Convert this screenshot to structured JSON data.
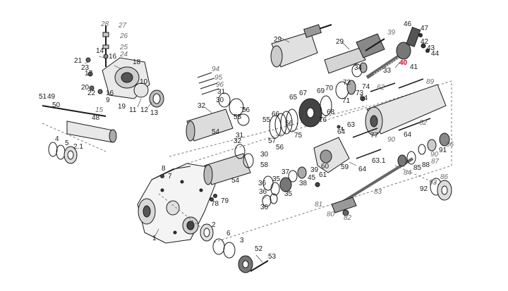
{
  "highlight_color": "#c8102e",
  "line_color": "#1a1a1a",
  "labels": [
    {
      "id": "l28",
      "text": "28",
      "style": "it"
    },
    {
      "id": "l27",
      "text": "27",
      "style": "it"
    },
    {
      "id": "l26",
      "text": "26",
      "style": "it"
    },
    {
      "id": "l25",
      "text": "25",
      "style": "it"
    },
    {
      "id": "l24",
      "text": "24",
      "style": "it"
    },
    {
      "id": "l14",
      "text": "14",
      "style": "n"
    },
    {
      "id": "l16a",
      "text": "16",
      "style": "n"
    },
    {
      "id": "l21",
      "text": "21",
      "style": "n"
    },
    {
      "id": "l23",
      "text": "23",
      "style": "n"
    },
    {
      "id": "l18",
      "text": "18",
      "style": "n"
    },
    {
      "id": "l17",
      "text": "17",
      "style": "n"
    },
    {
      "id": "l22",
      "text": "22",
      "style": "n"
    },
    {
      "id": "l20",
      "text": "20",
      "style": "n"
    },
    {
      "id": "l9",
      "text": "9",
      "style": "n"
    },
    {
      "id": "l16b",
      "text": "16",
      "style": "n"
    },
    {
      "id": "l15",
      "text": "15",
      "style": "it"
    },
    {
      "id": "l19",
      "text": "19",
      "style": "n"
    },
    {
      "id": "l10",
      "text": "10",
      "style": "n"
    },
    {
      "id": "l11",
      "text": "11",
      "style": "n"
    },
    {
      "id": "l12",
      "text": "12",
      "style": "n"
    },
    {
      "id": "l13",
      "text": "13",
      "style": "n"
    },
    {
      "id": "l51",
      "text": "51",
      "style": "n"
    },
    {
      "id": "l49",
      "text": "49",
      "style": "n"
    },
    {
      "id": "l50",
      "text": "50",
      "style": "n"
    },
    {
      "id": "l48",
      "text": "48",
      "style": "n"
    },
    {
      "id": "l4",
      "text": "4",
      "style": "n"
    },
    {
      "id": "l5",
      "text": "5",
      "style": "n"
    },
    {
      "id": "l21b",
      "text": "2.1",
      "style": "n"
    },
    {
      "id": "l29a",
      "text": "29",
      "style": "n"
    },
    {
      "id": "l29b",
      "text": "29",
      "style": "n"
    },
    {
      "id": "l39",
      "text": "39",
      "style": "it"
    },
    {
      "id": "l46",
      "text": "46",
      "style": "n"
    },
    {
      "id": "l47",
      "text": "47",
      "style": "n"
    },
    {
      "id": "l42",
      "text": "42",
      "style": "n"
    },
    {
      "id": "l43",
      "text": "43",
      "style": "n"
    },
    {
      "id": "l44",
      "text": "44",
      "style": "n"
    },
    {
      "id": "l40",
      "text": "40",
      "style": "hi"
    },
    {
      "id": "l41",
      "text": "41",
      "style": "n"
    },
    {
      "id": "l34",
      "text": "34",
      "style": "n"
    },
    {
      "id": "l33",
      "text": "33",
      "style": "n"
    },
    {
      "id": "l94",
      "text": "94",
      "style": "it"
    },
    {
      "id": "l95",
      "text": "95",
      "style": "it"
    },
    {
      "id": "l96",
      "text": "96",
      "style": "it"
    },
    {
      "id": "l31a",
      "text": "31",
      "style": "n"
    },
    {
      "id": "l30a",
      "text": "30",
      "style": "n"
    },
    {
      "id": "l32a",
      "text": "32",
      "style": "n"
    },
    {
      "id": "l56a",
      "text": "56",
      "style": "n"
    },
    {
      "id": "l55a",
      "text": "55",
      "style": "n"
    },
    {
      "id": "l54a",
      "text": "54",
      "style": "n"
    },
    {
      "id": "l65",
      "text": "65",
      "style": "n"
    },
    {
      "id": "l67",
      "text": "67",
      "style": "n"
    },
    {
      "id": "l69",
      "text": "69",
      "style": "n"
    },
    {
      "id": "l70",
      "text": "70",
      "style": "n"
    },
    {
      "id": "l72",
      "text": "72",
      "style": "n"
    },
    {
      "id": "l73",
      "text": "73",
      "style": "n"
    },
    {
      "id": "l74",
      "text": "74",
      "style": "n"
    },
    {
      "id": "l62a",
      "text": "62",
      "style": "it"
    },
    {
      "id": "l89",
      "text": "89",
      "style": "it"
    },
    {
      "id": "l66",
      "text": "66",
      "style": "n"
    },
    {
      "id": "l68",
      "text": "68",
      "style": "n"
    },
    {
      "id": "l71",
      "text": "71",
      "style": "n"
    },
    {
      "id": "l64a",
      "text": "64",
      "style": "n"
    },
    {
      "id": "l76",
      "text": "76",
      "style": "n"
    },
    {
      "id": "l55b",
      "text": "55",
      "style": "n"
    },
    {
      "id": "l56b",
      "text": "56",
      "style": "n"
    },
    {
      "id": "l75",
      "text": "75",
      "style": "n"
    },
    {
      "id": "l63a",
      "text": "63",
      "style": "n"
    },
    {
      "id": "l64b",
      "text": "64",
      "style": "n"
    },
    {
      "id": "l77",
      "text": "77",
      "style": "n"
    },
    {
      "id": "l90",
      "text": "90",
      "style": "it"
    },
    {
      "id": "l64c",
      "text": "64",
      "style": "n"
    },
    {
      "id": "l62b",
      "text": "62",
      "style": "it"
    },
    {
      "id": "l31b",
      "text": "31",
      "style": "n"
    },
    {
      "id": "l32b",
      "text": "32",
      "style": "n"
    },
    {
      "id": "l57",
      "text": "57",
      "style": "n"
    },
    {
      "id": "l56c",
      "text": "56",
      "style": "n"
    },
    {
      "id": "l30b",
      "text": "30",
      "style": "n"
    },
    {
      "id": "l58",
      "text": "58",
      "style": "n"
    },
    {
      "id": "l54b",
      "text": "54",
      "style": "n"
    },
    {
      "id": "l60",
      "text": "60",
      "style": "n"
    },
    {
      "id": "l59",
      "text": "59",
      "style": "n"
    },
    {
      "id": "l37",
      "text": "37",
      "style": "n"
    },
    {
      "id": "l39b",
      "text": "39",
      "style": "n"
    },
    {
      "id": "l36a",
      "text": "36",
      "style": "n"
    },
    {
      "id": "l35a",
      "text": "35",
      "style": "n"
    },
    {
      "id": "l38",
      "text": "38",
      "style": "n"
    },
    {
      "id": "l45",
      "text": "45",
      "style": "n"
    },
    {
      "id": "l61",
      "text": "61",
      "style": "n"
    },
    {
      "id": "l36b",
      "text": "36",
      "style": "n"
    },
    {
      "id": "l35b",
      "text": "35",
      "style": "n"
    },
    {
      "id": "l36c",
      "text": "36",
      "style": "n"
    },
    {
      "id": "l64d",
      "text": "64",
      "style": "n"
    },
    {
      "id": "l631",
      "text": "63.1",
      "style": "n"
    },
    {
      "id": "l86a",
      "text": "86",
      "style": "it"
    },
    {
      "id": "l91",
      "text": "91",
      "style": "n"
    },
    {
      "id": "l90b",
      "text": "90",
      "style": "it"
    },
    {
      "id": "l84",
      "text": "84",
      "style": "it"
    },
    {
      "id": "l85",
      "text": "85",
      "style": "n"
    },
    {
      "id": "l88",
      "text": "88",
      "style": "n"
    },
    {
      "id": "l87",
      "text": "87",
      "style": "it"
    },
    {
      "id": "l86b",
      "text": "86",
      "style": "it"
    },
    {
      "id": "l93",
      "text": "93",
      "style": "it"
    },
    {
      "id": "l92",
      "text": "92",
      "style": "n"
    },
    {
      "id": "l83",
      "text": "83",
      "style": "it"
    },
    {
      "id": "l81",
      "text": "81",
      "style": "it"
    },
    {
      "id": "l80",
      "text": "80",
      "style": "it"
    },
    {
      "id": "l82",
      "text": "82",
      "style": "it"
    },
    {
      "id": "l8",
      "text": "8",
      "style": "n"
    },
    {
      "id": "l7",
      "text": "7",
      "style": "n"
    },
    {
      "id": "l78",
      "text": "78",
      "style": "n"
    },
    {
      "id": "l79",
      "text": "79",
      "style": "n"
    },
    {
      "id": "l1",
      "text": "1",
      "style": "n"
    },
    {
      "id": "l2",
      "text": "2",
      "style": "n"
    },
    {
      "id": "l6",
      "text": "6",
      "style": "n"
    },
    {
      "id": "l3",
      "text": "3",
      "style": "n"
    },
    {
      "id": "l52",
      "text": "52",
      "style": "n"
    },
    {
      "id": "l53",
      "text": "53",
      "style": "n"
    }
  ]
}
